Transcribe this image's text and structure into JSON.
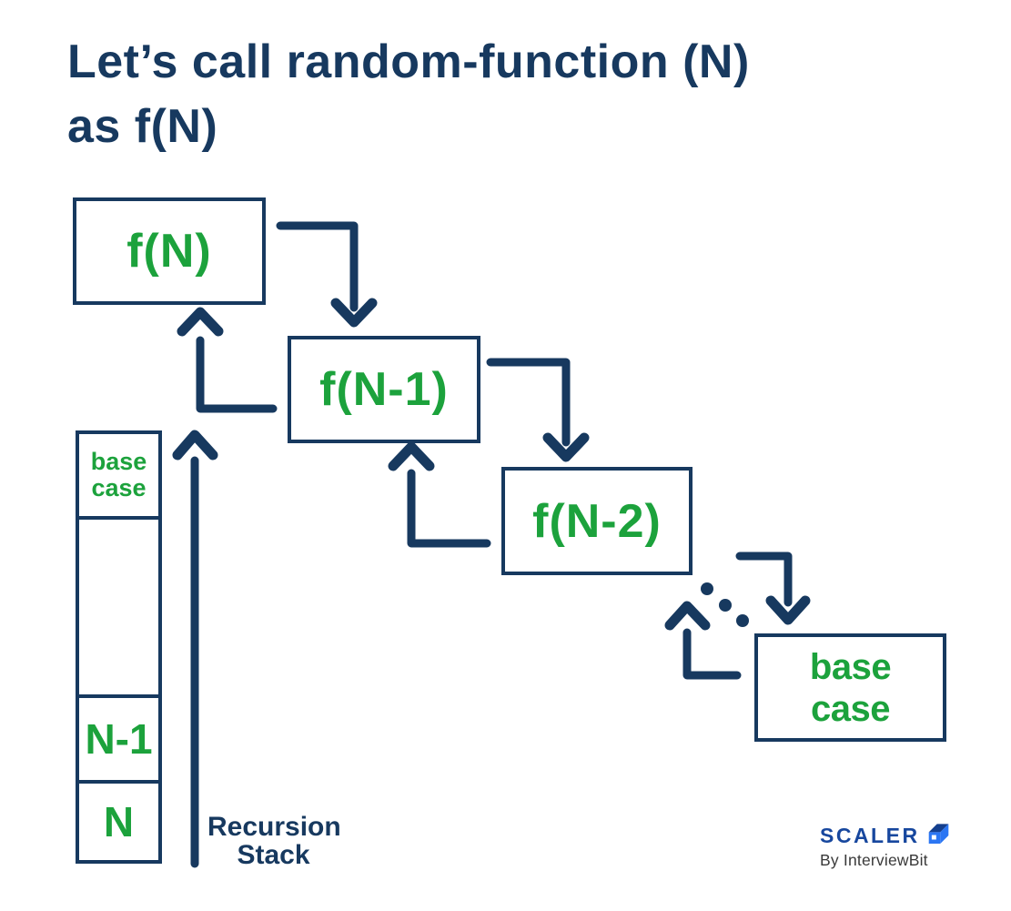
{
  "title": {
    "text": "Let’s call random-function (N)\nas f(N)"
  },
  "diagram": {
    "nodes": [
      {
        "id": "f-n",
        "label": "f(N)"
      },
      {
        "id": "f-n-1",
        "label": "f(N-1)"
      },
      {
        "id": "f-n-2",
        "label": "f(N-2)"
      },
      {
        "id": "base-case",
        "label": "base\ncase"
      }
    ],
    "stack": {
      "cells": [
        {
          "label": "base\ncase"
        },
        {
          "label": ""
        },
        {
          "label": "N-1"
        },
        {
          "label": "N"
        }
      ],
      "caption": "Recursion\nStack"
    },
    "arrows": [
      {
        "name": "call-arrow-fn-to-fn1",
        "direction": "down"
      },
      {
        "name": "call-arrow-fn1-to-fn2",
        "direction": "down"
      },
      {
        "name": "call-arrow-fn2-to-base",
        "direction": "down"
      },
      {
        "name": "return-arrow-fn1-to-fn",
        "direction": "up"
      },
      {
        "name": "return-arrow-fn2-to-fn1",
        "direction": "up"
      },
      {
        "name": "return-arrow-base-up",
        "direction": "up"
      },
      {
        "name": "recursion-stack-arrow",
        "direction": "up"
      }
    ],
    "ellipsis_dots": 3
  },
  "branding": {
    "brand": "SCALER",
    "byline": "By InterviewBit"
  },
  "colors": {
    "navy": "#17395F",
    "green": "#1CA23C",
    "brand_blue": "#17479E",
    "cube_bright_blue": "#2B76F3",
    "cube_dark_blue": "#143F8E",
    "byline_gray": "#3A3A3A",
    "background": "#FFFFFF"
  }
}
